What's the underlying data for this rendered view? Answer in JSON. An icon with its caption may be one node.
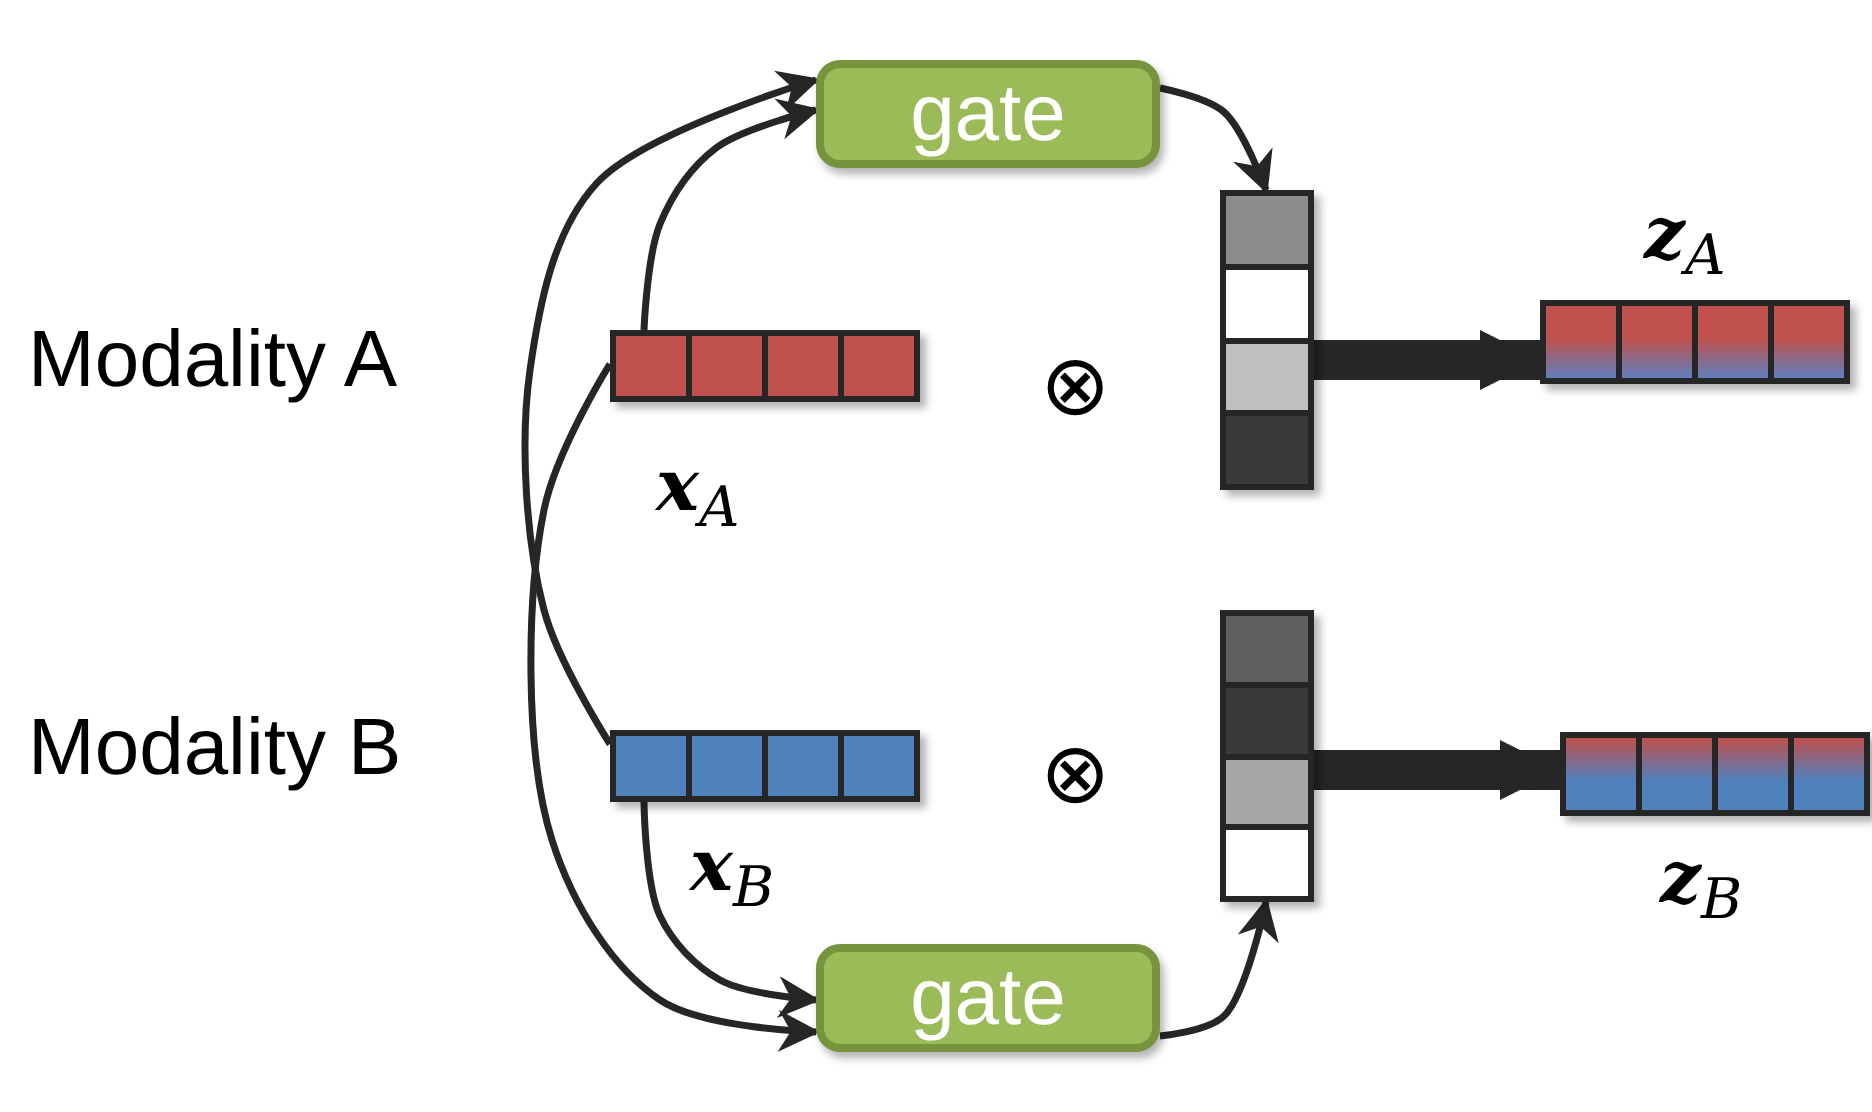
{
  "diagram": {
    "nodes": [
      {
        "text": [
          "gate"
        ]
      },
      {
        "text": [
          "gate"
        ]
      },
      {
        "text": [],
        "shape": "bar",
        "beside": [
          "**x**$_{A}$"
        ]
      },
      {
        "text": [],
        "shape": "bar",
        "beside": [
          "**x**$_{B}$"
        ]
      },
      {
        "text": [],
        "shape": "bar"
      },
      {
        "text": [],
        "shape": "bar"
      },
      {
        "text": [],
        "shape": "bar",
        "beside": [
          "**z**$_{A}$"
        ]
      },
      {
        "text": [],
        "shape": "bar",
        "beside": [
          "**z**$_{B}$"
        ]
      }
    ],
    "edges": [
      {
        "from": 2,
        "to": 0,
        "arrow": "to"
      },
      {
        "from": 3,
        "to": 0,
        "arrow": "to"
      },
      {
        "from": 2,
        "to": 1,
        "arrow": "to"
      },
      {
        "from": 3,
        "to": 1,
        "arrow": "to"
      },
      {
        "from": 0,
        "to": 4,
        "arrow": "to"
      },
      {
        "from": 1,
        "to": 5,
        "arrow": "to"
      },
      {
        "from": 4,
        "to": 6,
        "arrow": "to",
        "style": "thick"
      },
      {
        "from": 5,
        "to": 7,
        "arrow": "to",
        "style": "thick"
      }
    ],
    "labels": [
      "Modality A",
      "⊗",
      "Modality B",
      "⊗"
    ]
  }
}
